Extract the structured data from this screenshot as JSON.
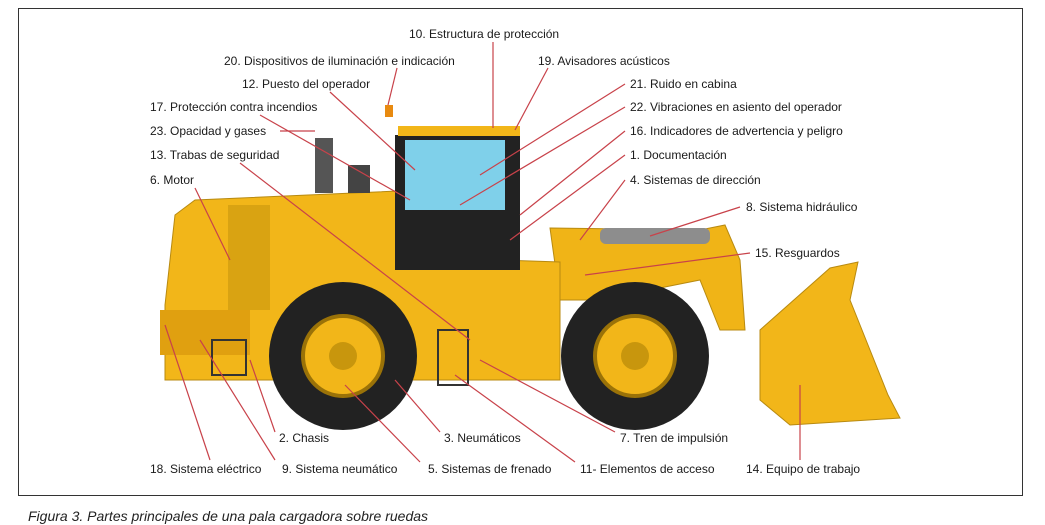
{
  "labels": {
    "l10": "10. Estructura de protección",
    "l20": "20. Dispositivos de iluminación e indicación",
    "l19": "19. Avisadores acústicos",
    "l12": "12. Puesto del operador",
    "l21": "21. Ruido en cabina",
    "l17": "17. Protección contra incendios",
    "l22": "22. Vibraciones en asiento del operador",
    "l23": "23. Opacidad y gases",
    "l16": "16. Indicadores de advertencia y peligro",
    "l13": "13. Trabas de seguridad",
    "l1": "1. Documentación",
    "l6": "6. Motor",
    "l4": "4. Sistemas de dirección",
    "l8": "8. Sistema hidráulico",
    "l15": "15. Resguardos",
    "l2": "2. Chasis",
    "l3": "3. Neumáticos",
    "l7": "7. Tren de impulsión",
    "l18": "18. Sistema eléctrico",
    "l9": "9. Sistema neumático",
    "l5": "5. Sistemas de frenado",
    "l11": "11- Elementos de acceso",
    "l14": "14. Equipo de trabajo"
  },
  "caption": "Figura 3. Partes principales de una pala cargadora sobre ruedas",
  "colors": {
    "body": "#f2b619",
    "leader": "#c8424a",
    "glass": "#7fd0ea",
    "tire": "#222222"
  }
}
